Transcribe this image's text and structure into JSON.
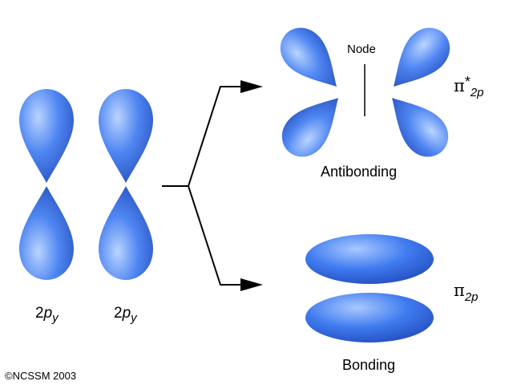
{
  "left_orbitals": [
    {
      "prefix": "2",
      "orbital": "p",
      "subscript": "y"
    },
    {
      "prefix": "2",
      "orbital": "p",
      "subscript": "y"
    }
  ],
  "antibonding": {
    "caption": "Antibonding",
    "node_label": "Node",
    "symbol": "π",
    "star": "*",
    "subscript": "2p"
  },
  "bonding": {
    "caption": "Bonding",
    "symbol": "π",
    "subscript": "2p"
  },
  "copyright": "©NCSSM 2003",
  "colors": {
    "lobe_light": "#9ec3ff",
    "lobe_mid": "#3f7bf0",
    "lobe_dark": "#2148b8",
    "lines": "#000000"
  }
}
